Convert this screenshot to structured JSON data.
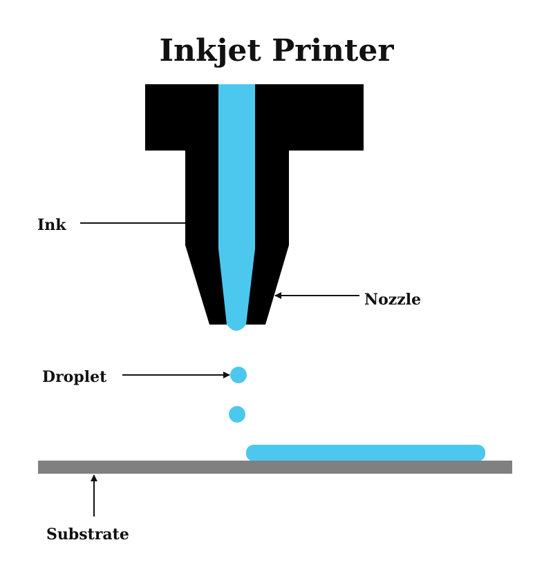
{
  "title": "Inkjet Printer",
  "labels": {
    "ink": "Ink",
    "nozzle": "Nozzle",
    "droplet": "Droplet",
    "substrate": "Substrate"
  },
  "colors": {
    "ink": "#4cc8ef",
    "nozzle": "#000000",
    "substrate": "#808080"
  }
}
